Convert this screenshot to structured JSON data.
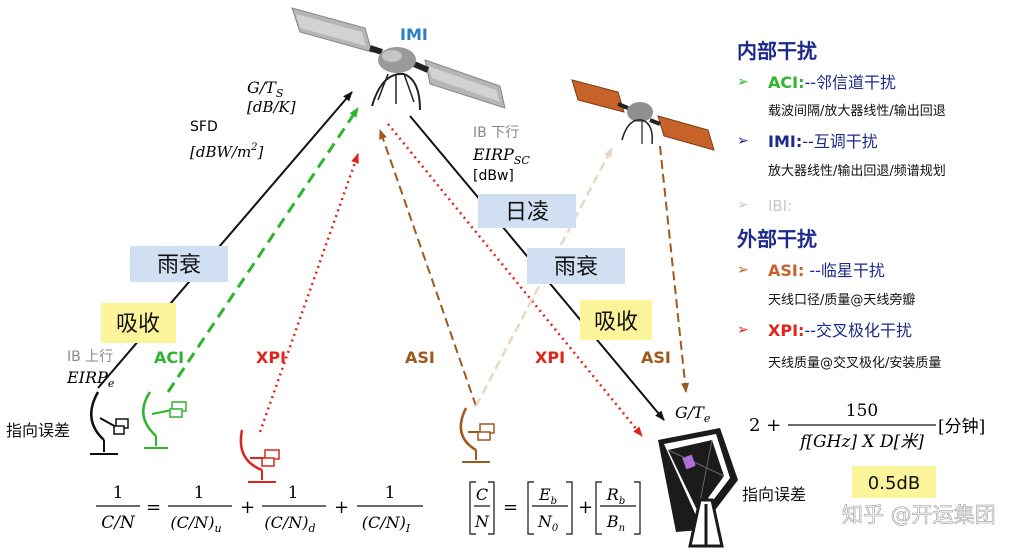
{
  "colors": {
    "aci": "#2db52d",
    "xpi": "#e0241b",
    "asi": "#a0581c",
    "imi": "#2a7fc2",
    "navy": "#1d2a8c",
    "gray_text": "#8a8a8a",
    "rain_box": "#d0dff2",
    "absorb_box": "#fbf49a",
    "sun_box": "#d0dff2",
    "satellite_brown": "#c7622a"
  },
  "satellite_main": {
    "label": "IMI",
    "icon": "satellite-icon"
  },
  "uplink": {
    "gt_line1": "G/T",
    "gt_sub": "S",
    "gt_unit": "[dB/K]",
    "sfd_label": "SFD",
    "sfd_unit": "[dBW/m",
    "sfd_sup": "2",
    "sfd_close": "]"
  },
  "downlink": {
    "ib_label": "IB 下行",
    "eirp": "EIRP",
    "eirp_sub": "SC",
    "eirp_unit": "[dBw]"
  },
  "tags": {
    "rain_left": "雨衰",
    "absorb_left": "吸收",
    "sun_outage": "日凌",
    "rain_right": "雨衰",
    "absorb_right": "吸收"
  },
  "ground": {
    "ib_up": "IB 上行",
    "eirp_e": "EIRP",
    "eirp_e_sub": "e",
    "aci": "ACI",
    "xpi_left": "XPI",
    "asi_left": "ASI",
    "xpi_right": "XPI",
    "asi_right": "ASI",
    "pointing_left": "指向误差",
    "pointing_right": "指向误差",
    "gte": "G/T",
    "gte_sub": "e"
  },
  "beamwidth_formula": {
    "lead": "2 +",
    "numerator": "150",
    "denominator": "f[GHz] X D[米]",
    "unit": "[分钟]"
  },
  "pointing_value": "0.5dB",
  "watermark": "知乎 @开运集团",
  "formulas": {
    "cn_lhs_num": "1",
    "cn_lhs_den": "C/N",
    "eq": "=",
    "plus": "+",
    "terms": [
      {
        "num": "1",
        "den": "(C/N)",
        "sub": "u"
      },
      {
        "num": "1",
        "den": "(C/N)",
        "sub": "d"
      },
      {
        "num": "1",
        "den": "(C/N)",
        "sub": "I"
      }
    ],
    "eb_lhs_num": "C",
    "eb_lhs_den": "N",
    "eb_term1_num": "E",
    "eb_term1_num_sub": "b",
    "eb_term1_den": "N",
    "eb_term1_den_sub": "0",
    "eb_term2_num": "R",
    "eb_term2_num_sub": "b",
    "eb_term2_den": "B",
    "eb_term2_den_sub": "n"
  },
  "legend": {
    "internal_title": "内部干扰",
    "external_title": "外部干扰",
    "items": [
      {
        "arrow_color": "#2db52d",
        "key": "ACI:",
        "name": "--邻信道干扰",
        "detail": "载波间隔/放大器线性/输出回退"
      },
      {
        "arrow_color": "#1d2a8c",
        "key": "IMI:",
        "name": "--互调干扰",
        "detail": "放大器线性/输出回退/频谱规划"
      },
      {
        "arrow_color": "#c8c8c8",
        "key": "IBI:",
        "name": "",
        "detail": ""
      },
      {
        "arrow_color": "#c7622a",
        "key": "ASI:",
        "name": " --临星干扰",
        "detail": "天线口径/质量@天线旁瓣"
      },
      {
        "arrow_color": "#e0241b",
        "key": "XPI:",
        "name": "--交叉极化干扰",
        "detail": "天线质量@交叉极化/安装质量"
      }
    ],
    "arrow_glyph": "➢"
  }
}
